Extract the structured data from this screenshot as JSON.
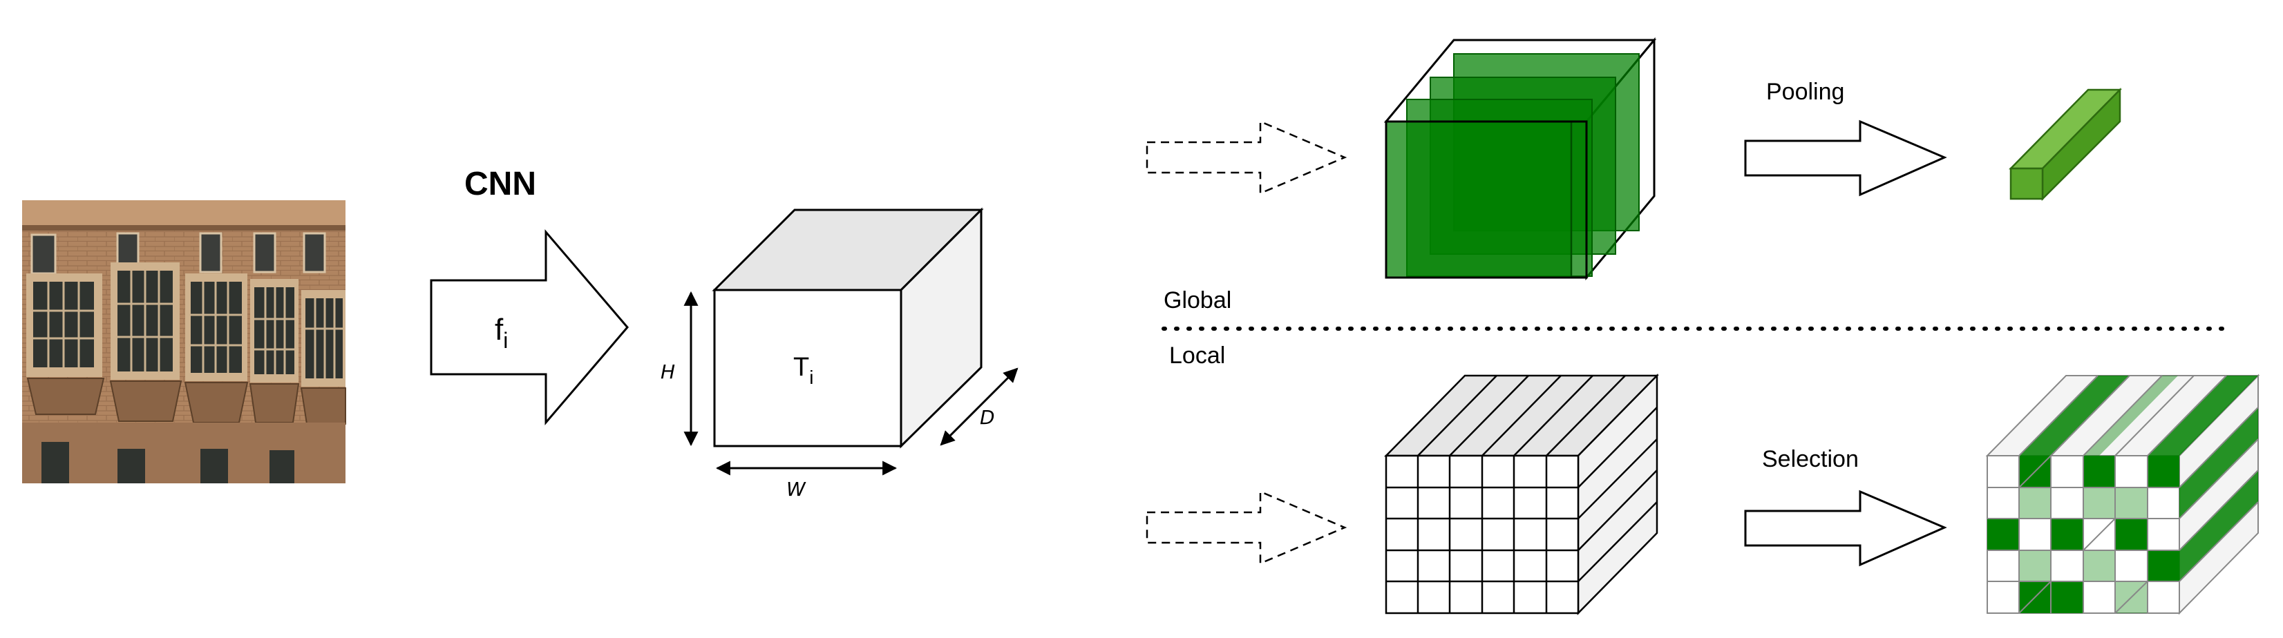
{
  "labels": {
    "cnn": "CNN",
    "f_main": "f",
    "f_sub": "i",
    "t_main": "T",
    "t_sub": "i",
    "dim_h": "H",
    "dim_w": "W",
    "dim_d": "D",
    "global": "Global",
    "local": "Local",
    "pooling": "Pooling",
    "selection": "Selection"
  },
  "colors": {
    "green": "#008000",
    "green_light": "#5aa82a",
    "cube_top": "#e6e6e6",
    "cube_side": "#f2f2f2",
    "stroke": "#000000"
  },
  "icons": {
    "input_photo": "building-facade-photo"
  }
}
